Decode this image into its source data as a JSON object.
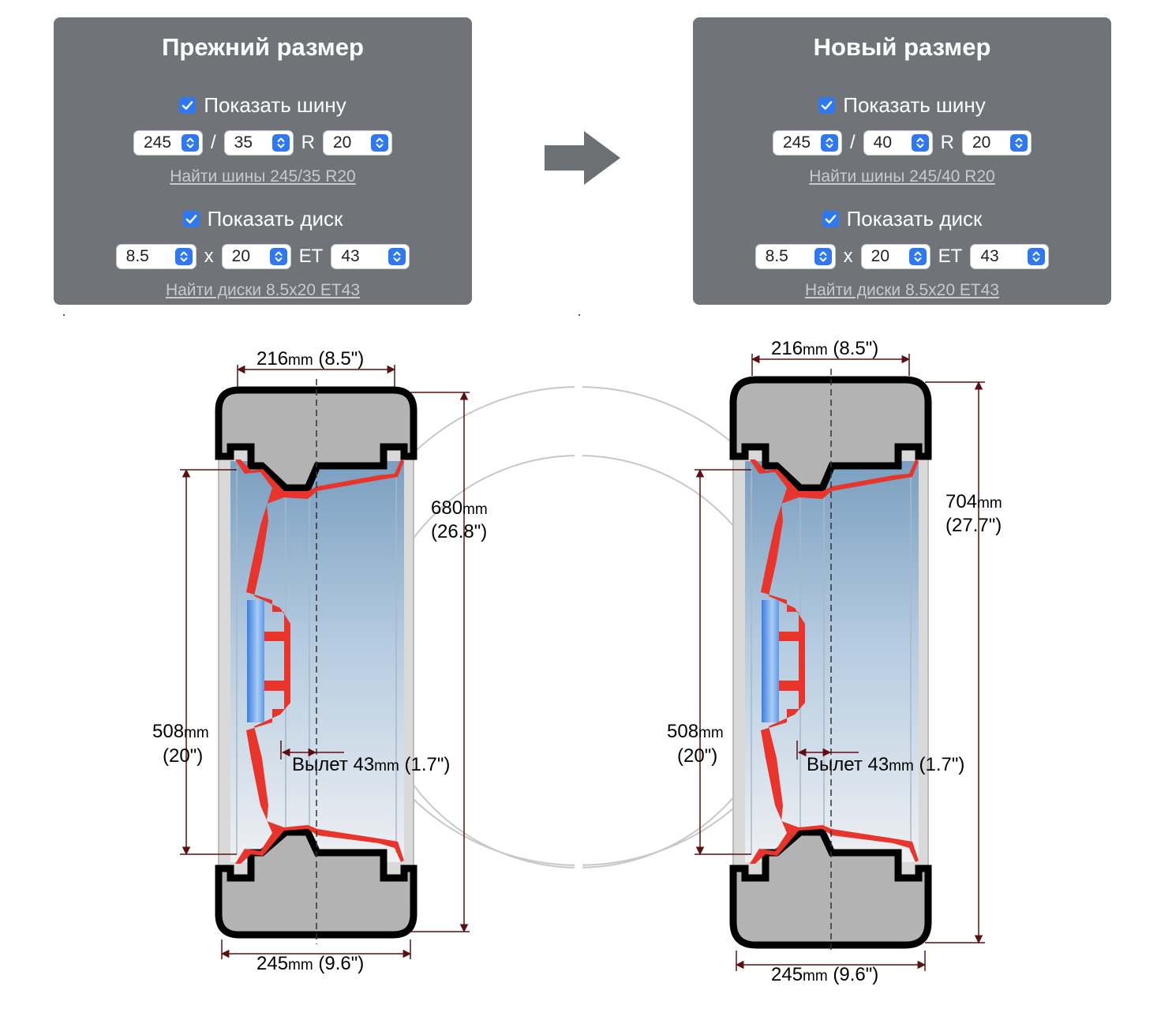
{
  "panels": {
    "old": {
      "title": "Прежний размер",
      "show_tire_label": "Показать шину",
      "tire_width": "245",
      "tire_profile": "35",
      "tire_sep_slash": "/",
      "tire_sep_r": "R",
      "tire_diameter": "20",
      "find_tires_link": "Найти шины 245/35 R20",
      "show_disc_label": "Показать диск",
      "rim_width": "8.5",
      "rim_sep_x": "x",
      "rim_diameter": "20",
      "rim_et_label": "ET",
      "rim_et": "43",
      "find_discs_link": "Найти диски 8.5x20 ET43"
    },
    "new": {
      "title": "Новый размер",
      "show_tire_label": "Показать шину",
      "tire_width": "245",
      "tire_profile": "40",
      "tire_sep_slash": "/",
      "tire_sep_r": "R",
      "tire_diameter": "20",
      "find_tires_link": "Найти шины 245/40 R20",
      "show_disc_label": "Показать диск",
      "rim_width": "8.5",
      "rim_sep_x": "x",
      "rim_diameter": "20",
      "rim_et_label": "ET",
      "rim_et": "43",
      "find_discs_link": "Найти диски 8.5x20 ET43"
    }
  },
  "diagrams": {
    "old": {
      "rim_width_num": "216",
      "rim_width_unit": "mm",
      "rim_width_in": " (8.5\")",
      "outer_diameter_num": "680",
      "outer_diameter_unit": "mm",
      "outer_diameter_in": "(26.8\")",
      "rim_diameter_num": "508",
      "rim_diameter_unit": "mm",
      "rim_diameter_in": "(20\")",
      "offset_label": "Вылет 43",
      "offset_unit": "mm",
      "offset_in": " (1.7\")",
      "tire_width_num": "245",
      "tire_width_unit": "mm",
      "tire_width_in": " (9.6\")"
    },
    "new": {
      "rim_width_num": "216",
      "rim_width_unit": "mm",
      "rim_width_in": " (8.5\")",
      "outer_diameter_num": "704",
      "outer_diameter_unit": "mm",
      "outer_diameter_in": "(27.7\")",
      "rim_diameter_num": "508",
      "rim_diameter_unit": "mm",
      "rim_diameter_in": "(20\")",
      "offset_label": "Вылет 43",
      "offset_unit": "mm",
      "offset_in": " (1.7\")",
      "tire_width_num": "245",
      "tire_width_unit": "mm",
      "tire_width_in": " (9.6\")"
    }
  },
  "colors": {
    "panel_bg": "#707478",
    "accent_blue": "#2f78f3",
    "rim_red": "#e8342a",
    "tire_grey": "#b3b3b3",
    "dimension_line": "#5a1010"
  },
  "icons": {
    "checkbox": "checkmark-icon",
    "select": "up-down-chevron-icon",
    "arrow": "right-arrow-icon"
  }
}
